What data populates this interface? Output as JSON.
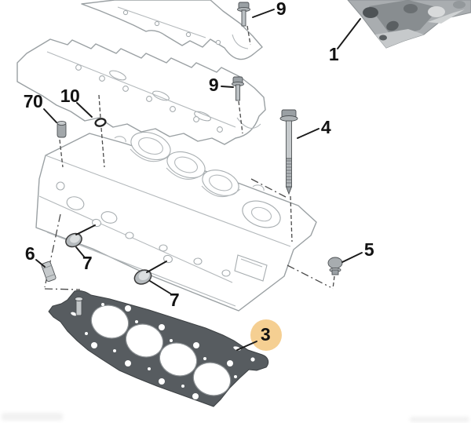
{
  "diagram": {
    "kind": "exploded-parts-diagram",
    "callouts": [
      {
        "id": "callout-1",
        "label": "1",
        "highlighted": false
      },
      {
        "id": "callout-3",
        "label": "3",
        "highlighted": true
      },
      {
        "id": "callout-4",
        "label": "4",
        "highlighted": false
      },
      {
        "id": "callout-5",
        "label": "5",
        "highlighted": false
      },
      {
        "id": "callout-6",
        "label": "6",
        "highlighted": false
      },
      {
        "id": "callout-7-upper",
        "label": "7",
        "highlighted": false
      },
      {
        "id": "callout-7-lower",
        "label": "7",
        "highlighted": false
      },
      {
        "id": "callout-9-top",
        "label": "9",
        "highlighted": false
      },
      {
        "id": "callout-9-side",
        "label": "9",
        "highlighted": false
      },
      {
        "id": "callout-10",
        "label": "10",
        "highlighted": false
      },
      {
        "id": "callout-70",
        "label": "70",
        "highlighted": false
      }
    ],
    "colors": {
      "highlight": "#F5CF92",
      "highlight_text": "#4A3A0A",
      "callout_text": "#121212",
      "line_art": "#9AA0A3",
      "gasket_fill": "#575C60",
      "background": "#FFFFFF"
    }
  }
}
